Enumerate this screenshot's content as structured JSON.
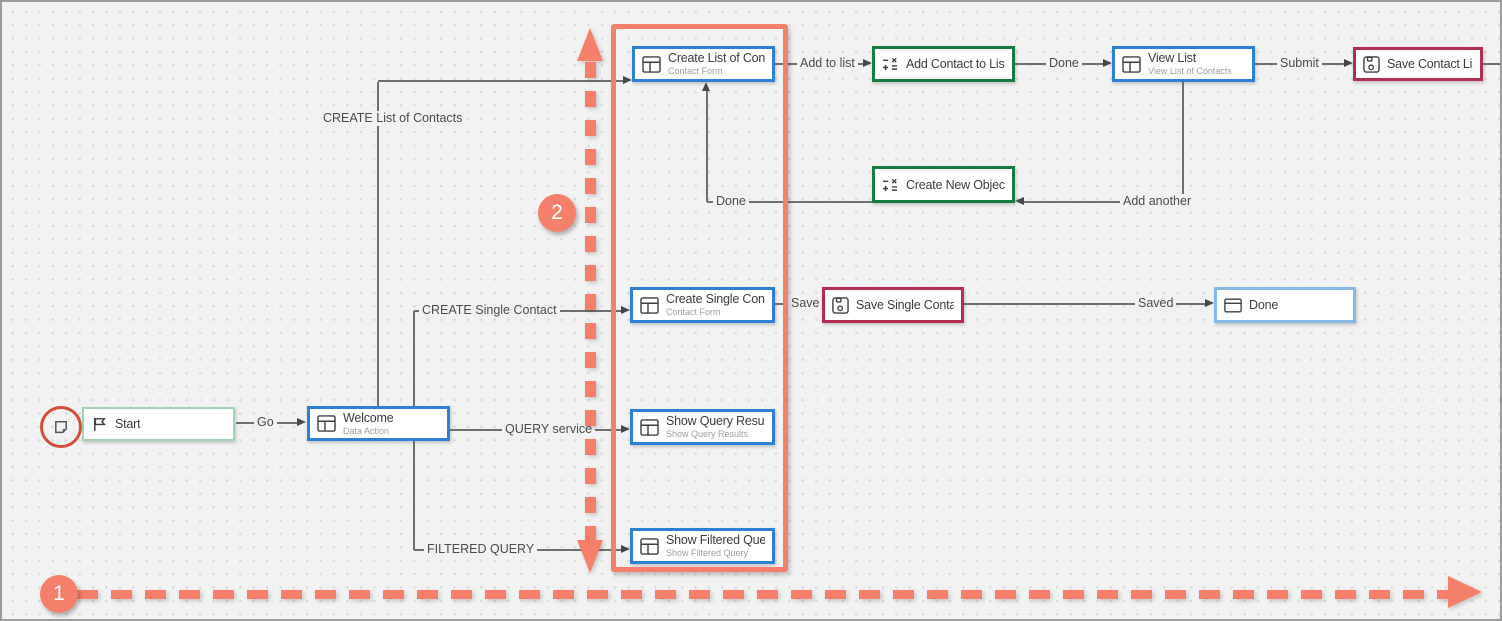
{
  "diagram": {
    "nodes": {
      "start": {
        "title": "Start",
        "icon": "flag-icon"
      },
      "welcome": {
        "title": "Welcome",
        "subtitle": "Data Action",
        "icon": "page-icon"
      },
      "create_list_of_contacts": {
        "title": "Create List of Conta..",
        "subtitle": "Contact Form",
        "icon": "page-icon"
      },
      "add_contact_to_list": {
        "title": "Add Contact to List",
        "icon": "action-icon"
      },
      "view_list": {
        "title": "View List",
        "subtitle": "View List of Contacts",
        "icon": "page-icon"
      },
      "save_contact_list": {
        "title": "Save Contact List",
        "icon": "save-icon"
      },
      "create_new_object": {
        "title": "Create New Object",
        "icon": "action-icon"
      },
      "create_single_contact": {
        "title": "Create Single Contac",
        "subtitle": "Contact Form",
        "icon": "page-icon"
      },
      "save_single_contact": {
        "title": "Save Single Contact",
        "icon": "save-icon"
      },
      "done_page": {
        "title": "Done",
        "icon": "page-plain-icon"
      },
      "show_query_results": {
        "title": "Show Query Results",
        "subtitle": "Show Query Results",
        "icon": "page-icon"
      },
      "show_filtered_query": {
        "title": "Show Filtered Quer...",
        "subtitle": "Show Filtered Query",
        "icon": "page-icon"
      }
    },
    "edge_labels": {
      "go": "Go",
      "create_list_of_contacts": "CREATE List of Contacts",
      "create_single_contact": "CREATE Single Contact",
      "query_service": "QUERY service",
      "filtered_query": "FILTERED QUERY",
      "add_to_list": "Add to list",
      "done_top": "Done",
      "submit": "Submit",
      "add_another": "Add another",
      "done_return": "Done",
      "save": "Save",
      "saved": "Saved"
    },
    "annotations": {
      "step1": "1",
      "step2": "2"
    },
    "colors": {
      "accent_salmon": "#F4806B",
      "node_blue": "#2D80D4",
      "node_light_blue": "#86B9E6",
      "node_green": "#177B43",
      "node_crimson": "#B52D53",
      "node_mint": "#A3D4B1",
      "note_circle_red": "#D2503C",
      "connector_gray": "#6F6F6F",
      "background": "#F2F2F2"
    }
  }
}
